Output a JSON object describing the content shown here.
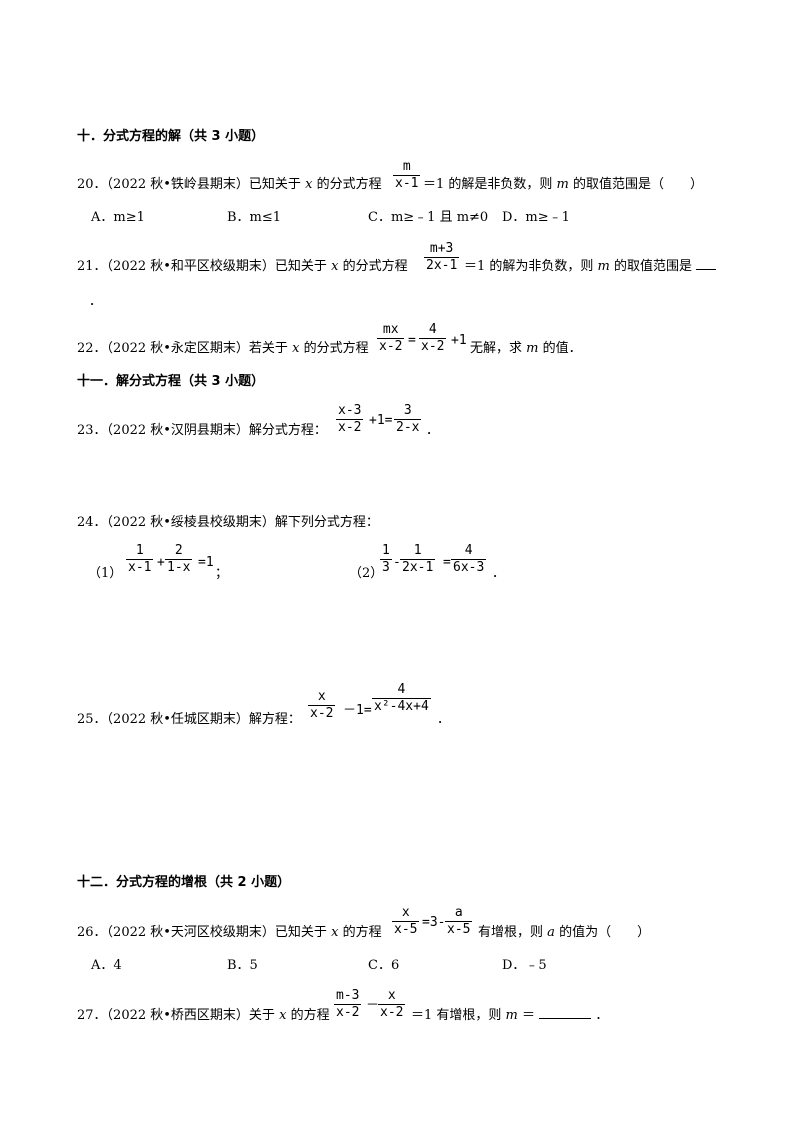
{
  "sections": {
    "s10": "十．分式方程的解（共 3 小题）",
    "s11": "十一．解分式方程（共 3 小题）",
    "s12": "十二．分式方程的增根（共 2 小题）"
  },
  "q20": {
    "pre": "20．（2022 秋•铁岭县期末）已知关于",
    "x": "x",
    "mid": "的分式方程",
    "num": "m",
    "den": "x-1",
    "post_a": "＝1 的解是非负数，则",
    "m": "m",
    "post_b": "的取值范围是（　　）",
    "options": [
      "A．m≥1",
      "B．m≤1",
      "C．m≥﹣1 且 m≠0",
      "D．m≥﹣1"
    ]
  },
  "q21": {
    "pre": "21．（2022 秋•和平区校级期末）已知关于",
    "x": "x",
    "mid": "的分式方程",
    "num": "m+3",
    "den": "2x-1",
    "post_a": "＝1 的解为非负数，则",
    "m": "m",
    "post_b": "的取值范围是",
    "dot": "．"
  },
  "q22": {
    "pre": "22．（2022 秋•永定区期末）若关于",
    "x": "x",
    "mid": "的分式方程",
    "f1_num": "mx",
    "f1_den": "x-2",
    "eq": "=",
    "f2_num": "4",
    "f2_den": "x-2",
    "plus": "+1",
    "post_a": "无解，求",
    "m": "m",
    "post_b": "的值．"
  },
  "q23": {
    "pre": "23．（2022 秋•汉阴县期末）解分式方程：",
    "f1_num": "x-3",
    "f1_den": "x-2",
    "op": "+1=",
    "f2_num": "3",
    "f2_den": "2-x",
    "dot": "．"
  },
  "q24": {
    "pre": "24．（2022 秋•绥棱县校级期末）解下列分式方程：",
    "p1_label": "（1）",
    "p1_f1_num": "1",
    "p1_f1_den": "x-1",
    "p1_op": "+",
    "p1_f2_num": "2",
    "p1_f2_den": "1-x",
    "p1_eq": "=1",
    "p1_end": "；",
    "p2_label": "（2）",
    "p2_f1_num": "1",
    "p2_f1_den": "3",
    "p2_op": "-",
    "p2_f2_num": "1",
    "p2_f2_den": "2x-1",
    "p2_eq": "=",
    "p2_f3_num": "4",
    "p2_f3_den": "6x-3",
    "p2_end": "．"
  },
  "q25": {
    "pre": "25．（2022 秋•任城区期末）解方程：",
    "f1_num": "x",
    "f1_den": "x-2",
    "op": "－1=",
    "f2_num": "4",
    "f2_den": "x²-4x+4",
    "dot": "．"
  },
  "q26": {
    "pre": "26．（2022 秋•天河区校级期末）已知关于",
    "x": "x",
    "mid": "的方程",
    "f1_num": "x",
    "f1_den": "x-5",
    "op": "=3-",
    "f2_num": "a",
    "f2_den": "x-5",
    "post_a": "有增根，则",
    "a": "a",
    "post_b": "的值为（　　）",
    "options": [
      "A．4",
      "B．5",
      "C．6",
      "D．﹣5"
    ]
  },
  "q27": {
    "pre": "27．（2022 秋•桥西区期末）关于",
    "x": "x",
    "mid": "的方程",
    "f1_num": "m-3",
    "f1_den": "x-2",
    "op": "－",
    "f2_num": "x",
    "f2_den": "x-2",
    "post_a": "＝1 有增根，则",
    "m": "m",
    "post_b": "＝",
    "dot": "．"
  }
}
